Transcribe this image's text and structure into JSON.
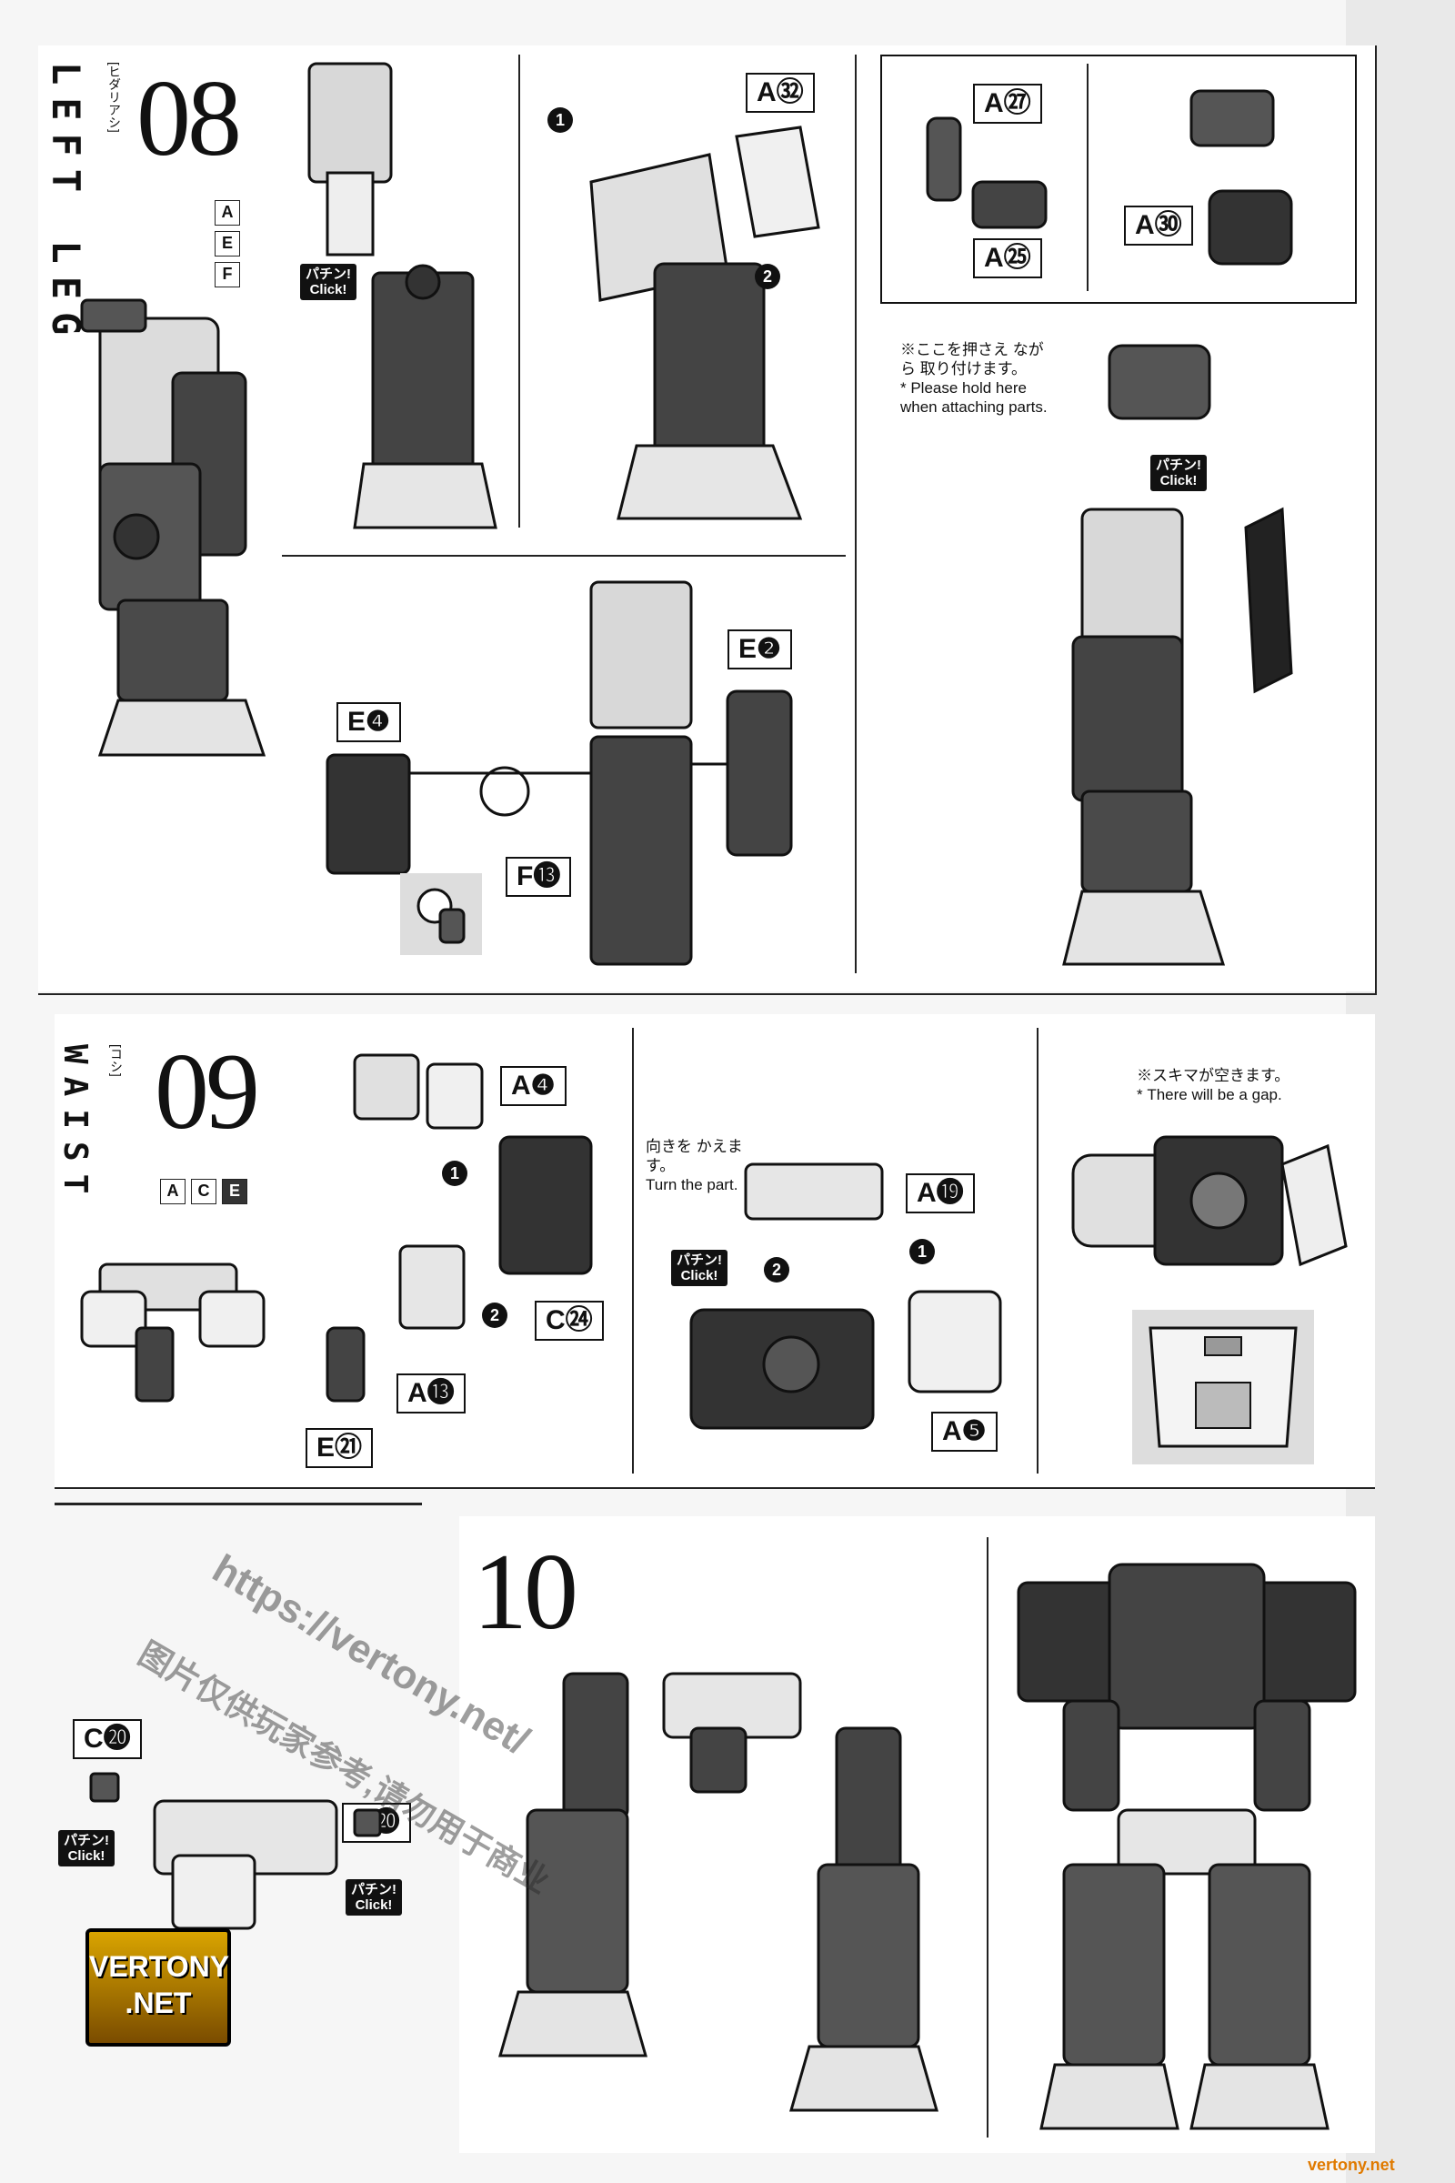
{
  "labels": {
    "click_jp": "パチン!",
    "click_en": "Click!"
  },
  "markers": {
    "one": "1",
    "two": "2"
  },
  "step08": {
    "number": "08",
    "title": "LEFT LEG",
    "subtitle_jp": "[ヒダリアシ]",
    "runners": [
      "A",
      "E",
      "F"
    ],
    "parts": {
      "a32": "A㉜",
      "e4": "E❹",
      "e2": "E❷",
      "f13": "F⓭",
      "a27": "A㉗",
      "a25": "A㉕",
      "a30": "A㉚"
    },
    "hold_note_jp": "※ここを押さえ ながら 取り付けます。",
    "hold_note_en": "* Please hold here when attaching parts."
  },
  "step09": {
    "number": "09",
    "title": "WAIST",
    "subtitle_jp": "[コシ]",
    "runners": [
      "A",
      "C",
      "E"
    ],
    "parts": {
      "a4": "A❹",
      "c24": "C㉔",
      "a13": "A⓭",
      "e21": "E㉑",
      "a19": "A⓳",
      "a5": "A❺"
    },
    "turn_note_jp": "向きを かえます。",
    "turn_note_en": "Turn the part.",
    "gap_note_jp": "※スキマが空きます。",
    "gap_note_en": "* There will be a gap."
  },
  "step10": {
    "number": "10",
    "parts": {
      "c20": "C⓴"
    }
  },
  "watermark": {
    "url": "https://vertony.net/",
    "text": "图片仅供玩家参考,请勿用于商业"
  },
  "logo": {
    "line1": "VERTONY",
    "line2": ".NET"
  },
  "footer": {
    "url": "vertony.net"
  }
}
